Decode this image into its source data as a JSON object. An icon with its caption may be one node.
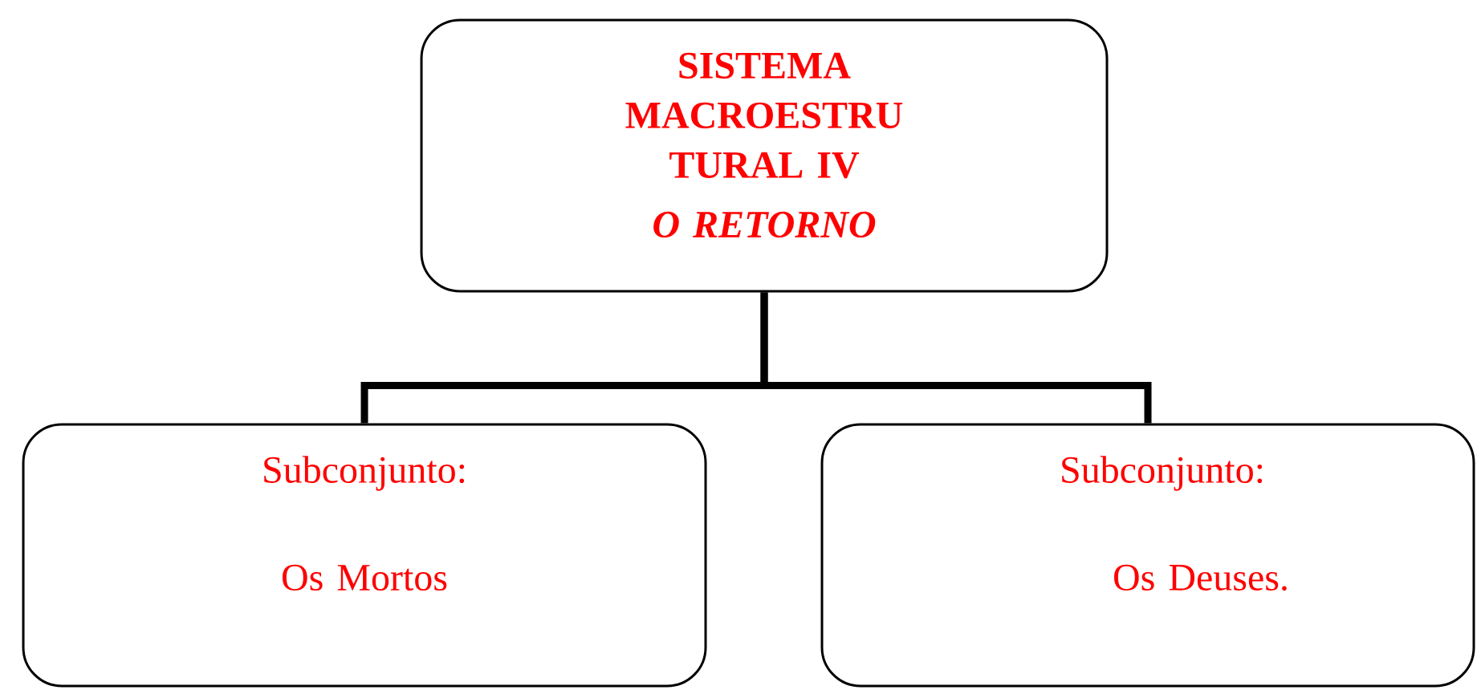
{
  "diagram": {
    "nodes": [
      {
        "text": [
          "SISTEMA MACROESTRU TURAL IV",
          "O RETORNO"
        ]
      },
      {
        "text": [
          "Subconjunto:",
          "Os Mortos"
        ]
      },
      {
        "text": [
          "Subconjunto:",
          "Os Deuses."
        ]
      }
    ],
    "edges": [
      {
        "from": 0,
        "to": 1,
        "arrow": "none"
      },
      {
        "from": 0,
        "to": 2,
        "arrow": "none"
      }
    ]
  }
}
